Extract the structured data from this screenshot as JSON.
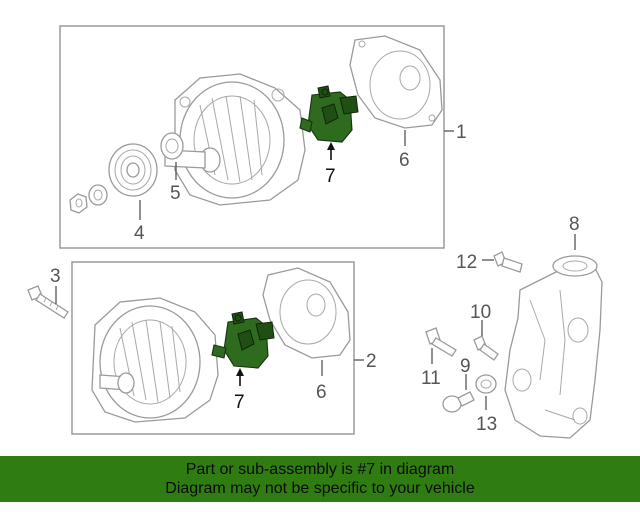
{
  "callouts": {
    "c1": "1",
    "c2": "2",
    "c3": "3",
    "c4": "4",
    "c5": "5",
    "c6a": "6",
    "c6b": "6",
    "c7a": "7",
    "c7b": "7",
    "c8": "8",
    "c9": "9",
    "c10": "10",
    "c11": "11",
    "c12": "12",
    "c13": "13"
  },
  "banner": {
    "line1": "Part or sub-assembly is #7 in diagram",
    "line2": "Diagram may not be specific to your vehicle"
  },
  "colors": {
    "highlight_part": "#2e6b1f",
    "banner_bg": "#2f7d12",
    "line_art": "#9a9a9a"
  }
}
